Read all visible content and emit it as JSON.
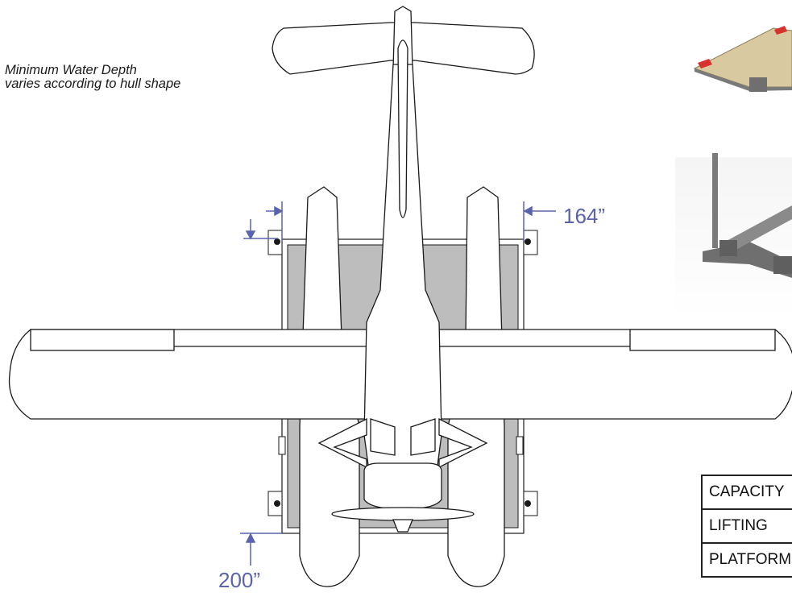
{
  "note": {
    "line1": "Minimum Water Depth",
    "line2": "varies according to hull shape"
  },
  "dimensions": {
    "right": "164”",
    "bottom": "200”"
  },
  "spec_table": {
    "rows": [
      "CAPACITY",
      "LIFTING",
      "PLATFORM"
    ]
  },
  "colors": {
    "dimension": "#5a63ad",
    "platform_fill": "#bdbdbd",
    "line": "#1a1a1a",
    "deck_tan": "#d8c9a0",
    "frame_gray": "#6f6f6f",
    "accent_red": "#d8322d"
  }
}
